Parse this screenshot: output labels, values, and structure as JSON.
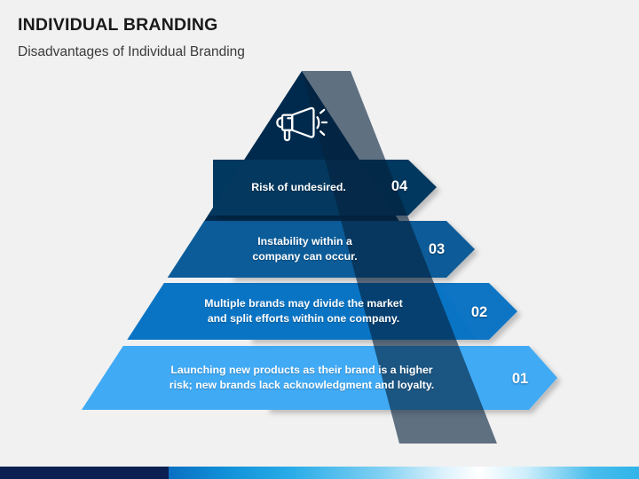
{
  "slide": {
    "title": "INDIVIDUAL BRANDING",
    "subtitle": "Disadvantages of Individual Branding",
    "background_color": "#f1f1f1"
  },
  "diagram": {
    "type": "pyramid",
    "icon": "megaphone-icon",
    "apex_color": "#04294d",
    "shadow_band_color": "#06233f",
    "levels": [
      {
        "number": "04",
        "text": "Risk of undesired.",
        "color": "#04385f"
      },
      {
        "number": "03",
        "text": "Instability within a\ncompany can occur.",
        "color": "#0b5c99"
      },
      {
        "number": "02",
        "text": "Multiple brands may divide the market\nand split efforts within one company.",
        "color": "#0a74c4"
      },
      {
        "number": "01",
        "text": "Launching new products as their brand is a higher\nrisk; new brands lack acknowledgment and loyalty.",
        "color": "#40aaf5"
      }
    ]
  },
  "footer": {
    "bar_navy_color": "#0b1f52",
    "bar_gradient_start": "#0a6fc2",
    "bar_gradient_end": "#2fb4e9"
  }
}
